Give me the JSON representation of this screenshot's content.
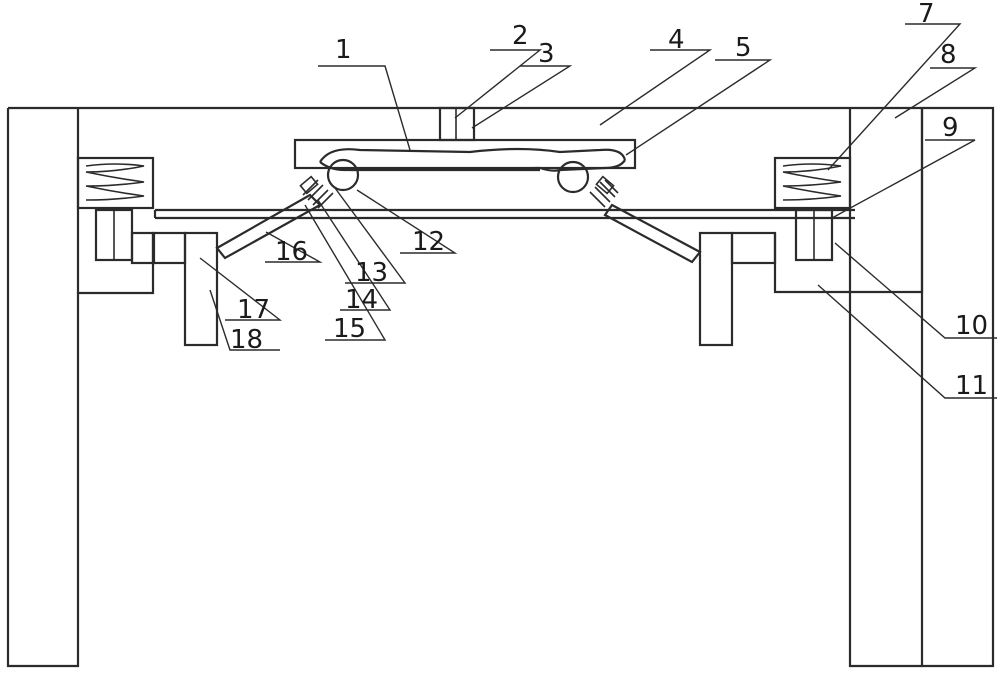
{
  "labels": [
    "1",
    "2",
    "3",
    "4",
    "5",
    "7",
    "8",
    "9",
    "10",
    "11",
    "12",
    "13",
    "14",
    "15",
    "16",
    "17",
    "18"
  ],
  "colors": {
    "line": "#2b2b2b",
    "background": "#ffffff"
  }
}
